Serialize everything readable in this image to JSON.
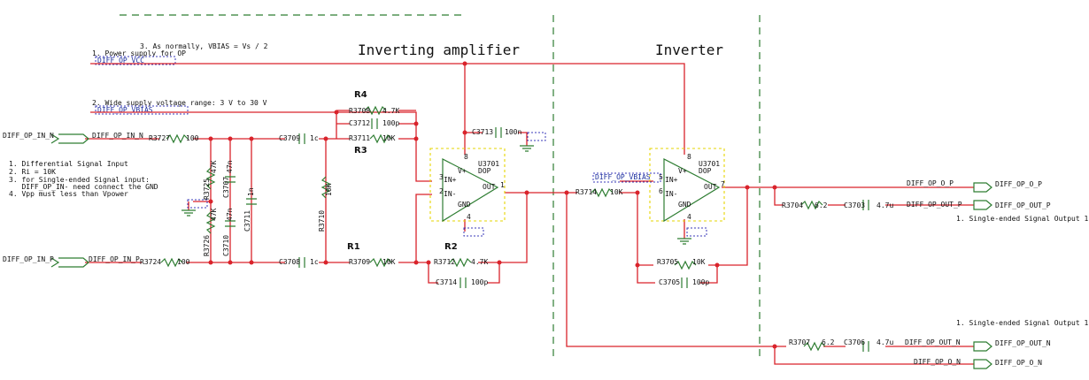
{
  "titles": {
    "inverting": "Inverting amplifier",
    "inverter": "Inverter"
  },
  "notes": {
    "vbias": "3. As normally, VBIAS = Vs / 2",
    "power": "1. Power supply for OP",
    "wide": "2. Wide supply voltage range: 3 V to 30 V",
    "input": [
      "1. Differential Signal Input",
      "2. Ri = 10K",
      "3. for Single-ended Signal input:",
      "   DIFF_OP_IN- need connect the GND",
      "4. Vpp must less than Vpower"
    ],
    "out1": "1. Single-ended Signal Output 1",
    "out2": "1. Single-ended Signal Output 1"
  },
  "nets": {
    "vcc": "DIFF_OP_VCC",
    "vbias_a": "DIFF_OP_VBIAS",
    "vbias_b": "DIFF_OP_VBIAS",
    "in_n_port": "DIFF_OP_IN_N",
    "in_n": "DIFF_OP_IN_N",
    "in_p_port": "DIFF_OP_IN_P",
    "in_p": "DIFF_OP_IN_P",
    "o_p": "DIFF_OP_O_P",
    "o_p_port": "DIFF_OP_O_P",
    "out_p": "DIFF_OP_OUT_P",
    "out_p_port": "DIFF_OP_OUT_P",
    "out_n": "DIFF_OP_OUT_N",
    "out_n_port": "DIFF_OP_OUT_N",
    "o_n": "DIFF_OP_O_N",
    "o_n_port": "DIFF_OP_O_N"
  },
  "refs": {
    "r4": "R4",
    "r3": "R3",
    "r1": "R1",
    "r2": "R2"
  },
  "components": {
    "r3708": "R3708",
    "r3708v": "4.7K",
    "c3712": "C3712",
    "c3712v": "100p",
    "c3709": "C3709",
    "c3709v": "1c",
    "r3711": "R3711",
    "r3711v": "10K",
    "r3727": "R3727",
    "r3727v": "100",
    "r3724": "R3724",
    "r3724v": "100",
    "r3725": "R3725",
    "r3725v": "47K",
    "r3726": "R3726",
    "r3726v": "47K",
    "c3707": "C3707",
    "c3707v": "47n",
    "c3710": "C3710",
    "c3710v": "47n",
    "c3711": "C3711",
    "c3711v": "1n",
    "r3710": "R3710",
    "r3710v": "10K",
    "c3708": "C3708",
    "c3708v": "1c",
    "r3709": "R3709",
    "r3709v": "10K",
    "r3712": "R3712",
    "r3712v": "4.7K",
    "c3714": "C3714",
    "c3714v": "100p",
    "c3713": "C3713",
    "c3713v": "100n",
    "u3701a": "U3701",
    "u3701a_t": "DOP",
    "u3701b": "U3701",
    "u3701b_t": "DOP",
    "r3714": "R3714",
    "r3714v": "10K",
    "r3705": "R3705",
    "r3705v": "10K",
    "c3705": "C3705",
    "c3705v": "100p",
    "r3704": "R3704",
    "r3704v": "6.2",
    "c3703": "C3703",
    "c3703v": "4.7u",
    "r3707": "R3707",
    "r3707v": "6.2",
    "c3706": "C3706",
    "c3706v": "4.7u"
  },
  "pins": {
    "vp": "V+",
    "inp": "IN+",
    "inn": "IN-",
    "out": "OUT",
    "gnd": "GND",
    "p8": "8",
    "p3": "3",
    "p2": "2",
    "p1": "1",
    "p4": "4",
    "p5": "5",
    "p6": "6",
    "p7": "7"
  },
  "colors": {
    "wire": "#d9232b",
    "part": "#2e7d32",
    "box": "#e6d400",
    "net": "#1c2f9e"
  }
}
